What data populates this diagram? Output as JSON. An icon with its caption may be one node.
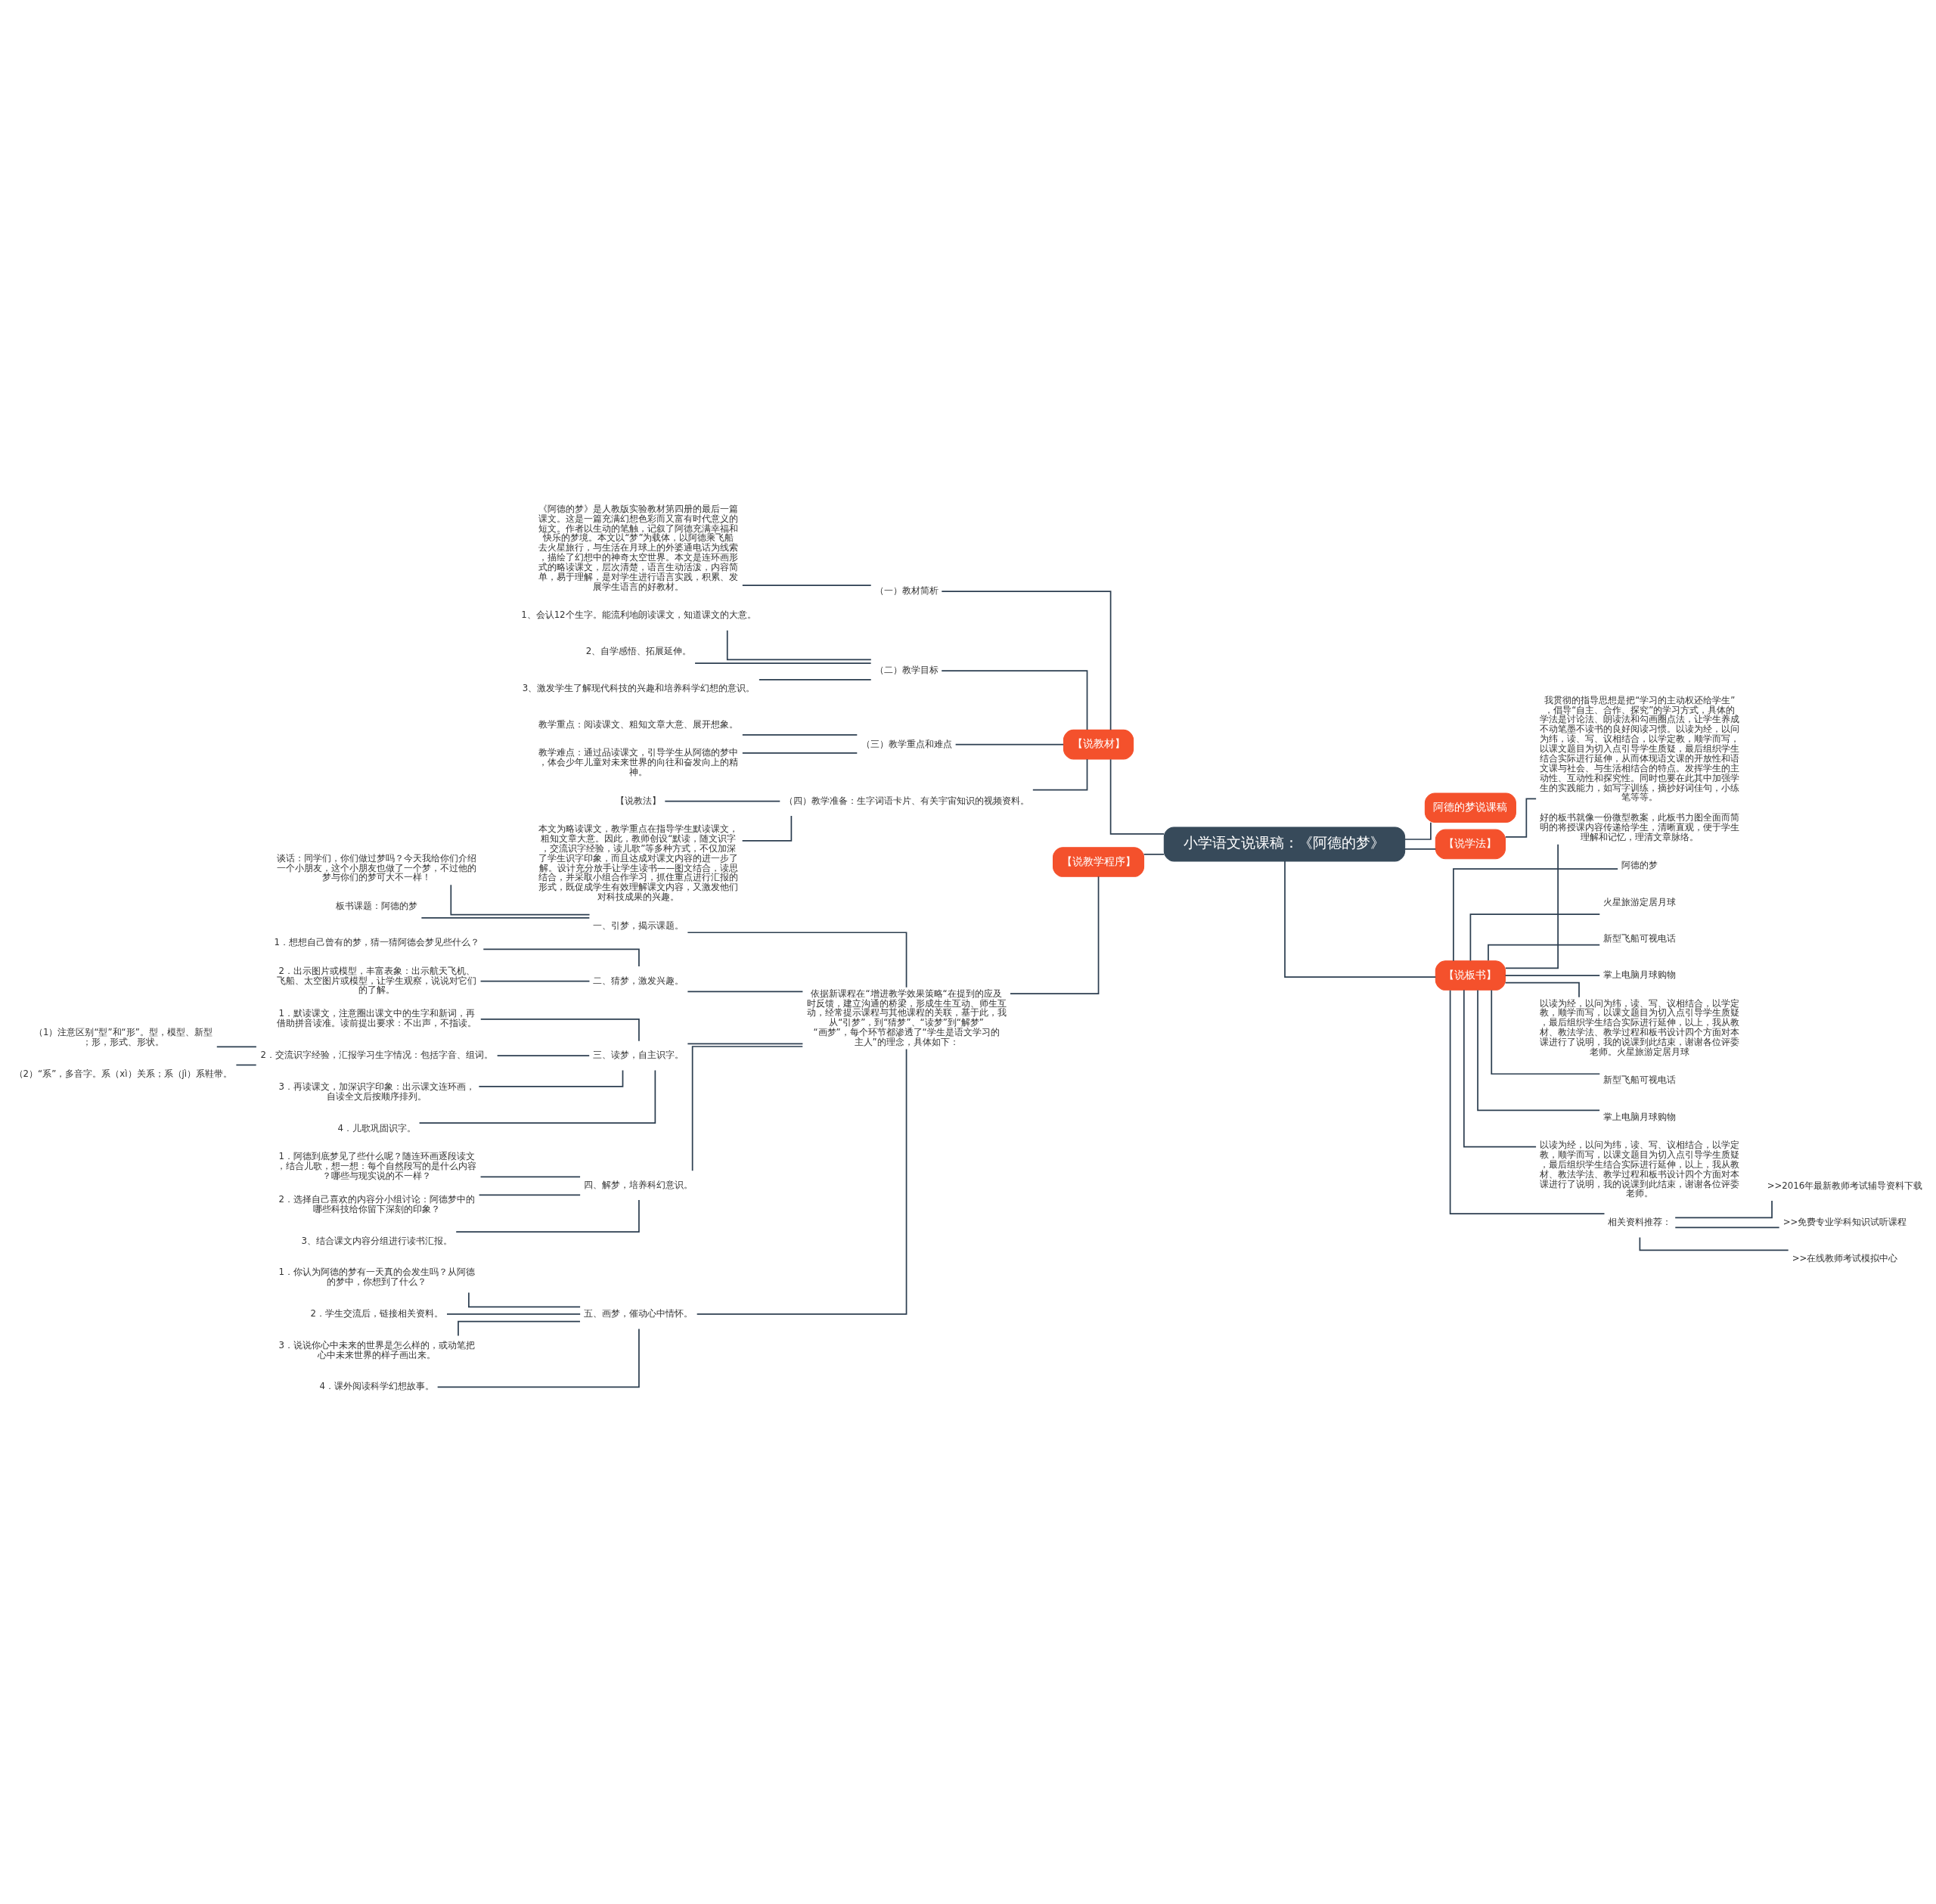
{
  "diagram": {
    "nodes": [
      {
        "text": [
          "小学语文说课稿：《阿德的梦》"
        ]
      },
      {
        "text": [
          "【说教材】"
        ]
      },
      {
        "text": [
          "（一）教材简析"
        ]
      },
      {
        "text": [
          "《阿德的梦》是人教版实验教材第四册的最后一篇课文。这是一篇充满幻想色彩而又富有时代意义的短文。作者以生动的笔触，记叙了阿德充满幸福和快乐的梦境。本文以“梦”为载体，以阿德乘飞船去火星旅行，与生活在月球上的外婆通电话为线索，描绘了幻想中的神奇太空世界。本文是连环画形式的略读课文，层次清楚，语言生动活泼，内容简单，易于理解，是对学生进行语言实践，积累、发展学生语言的好教材。"
        ]
      },
      {
        "text": [
          "（二）教学目标"
        ]
      },
      {
        "text": [
          "1、会认12个生字。能流利地朗读课文，知道课文的大意。"
        ]
      },
      {
        "text": [
          "2、自学感悟、拓展延伸。"
        ]
      },
      {
        "text": [
          "3、激发学生了解现代科技的兴趣和培养科学幻想的意识。"
        ]
      },
      {
        "text": [
          "（三）教学重点和难点"
        ]
      },
      {
        "text": [
          "教学重点：阅读课文、粗知文章大意、展开想象。"
        ]
      },
      {
        "text": [
          "教学难点：通过品读课文，引导学生从阿德的梦中，体会少年儿童对未来世界的向往和奋发向上的精神。"
        ]
      },
      {
        "text": [
          "（四）教学准备：生字词语卡片、有关宇宙知识的视频资料。"
        ]
      },
      {
        "text": [
          "【说教法】"
        ]
      },
      {
        "text": [
          "本文为略读课文，教学重点在指导学生默读课文，粗知文章大意。因此，教师创设“默读，随文识字，交流识字经验，读儿歌”等多种方式，不仅加深了学生识字印象，而且达成对课文内容的进一步了解。设计充分放手让学生读书——图文结合，读思结合，并采取小组合作学习，抓住重点进行汇报的形式，既促成学生有效理解课文内容，又激发他们对科技成果的兴趣。"
        ]
      },
      {
        "text": [
          "【说教学程序】"
        ]
      },
      {
        "text": [
          "依据新课程在“增进教学效果策略“在提到的应及时反馈，建立沟通的桥梁，形成生生互动、师生互动，经常提示课程与其他课程的关联，基于此，我从“引梦”，到“猜梦”、“读梦”到“解梦” “画梦”，每个环节都渗透了“学生是语文学习的主人”的理念，具体如下："
        ]
      },
      {
        "text": [
          "一、引梦，揭示课题。"
        ]
      },
      {
        "text": [
          "谈话：同学们，你们做过梦吗？今天我给你们介绍一个小朋友，这个小朋友也做了一个梦，不过他的梦与你们的梦可大不一样！"
        ]
      },
      {
        "text": [
          "板书课题：阿德的梦"
        ]
      },
      {
        "text": [
          "二、猜梦，激发兴趣。"
        ]
      },
      {
        "text": [
          "1．想想自己曾有的梦，猜一猜阿德会梦见些什么？"
        ]
      },
      {
        "text": [
          "2．出示图片或模型，丰富表象：出示航天飞机、飞船、太空图片或模型，让学生观察，说说对它们的了解。"
        ]
      },
      {
        "text": [
          "三、读梦，自主识字。"
        ]
      },
      {
        "text": [
          "1．默读课文，注意圈出课文中的生字和新词，再借助拼音读准。读前提出要求：不出声，不指读。"
        ]
      },
      {
        "text": [
          "2．交流识字经验，汇报学习生字情况：包括字音、组词。"
        ]
      },
      {
        "text": [
          "（1）注意区别“型”和“形”。型，模型、新型；形，形式、形状。"
        ]
      },
      {
        "text": [
          "（2）“系”，多音字。系（xì）关系；系（jì）系鞋带。"
        ]
      },
      {
        "text": [
          "3．再读课文，加深识字印象：出示课文连环画，自读全文后按顺序排列。"
        ]
      },
      {
        "text": [
          "4．儿歌巩固识字。"
        ]
      },
      {
        "text": [
          "四、解梦，培养科幻意识。"
        ]
      },
      {
        "text": [
          "1．阿德到底梦见了些什么呢？随连环画逐段读文，结合儿歌，想一想：每个自然段写的是什么内容？哪些与现实说的不一样？"
        ]
      },
      {
        "text": [
          "2．选择自己喜欢的内容分小组讨论：阿德梦中的哪些科技给你留下深刻的印象？"
        ]
      },
      {
        "text": [
          "3、结合课文内容分组进行读书汇报。"
        ]
      },
      {
        "text": [
          "五、画梦，催动心中情怀。"
        ]
      },
      {
        "text": [
          "1．你认为阿德的梦有一天真的会发生吗？从阿德的梦中，你想到了什么？"
        ]
      },
      {
        "text": [
          "2．学生交流后，链接相关资料。"
        ]
      },
      {
        "text": [
          "3．说说你心中未来的世界是怎么样的，或动笔把心中未来世界的样子画出来。"
        ]
      },
      {
        "text": [
          "4．课外阅读科学幻想故事。"
        ]
      },
      {
        "text": [
          "阿德的梦说课稿"
        ]
      },
      {
        "text": [
          "【说学法】"
        ]
      },
      {
        "text": [
          "我贯彻的指导思想是把“学习的主动权还给学生”，倡导“自主、合作、探究”的学习方式，具体的学法是讨论法、朗读法和勾画圈点法，让学生养成不动笔墨不读书的良好阅读习惯。以读为经，以问为纬，读、写、议相结合，以学定教，顺学而写，以课文题目为切入点引导学生质疑，最后组织学生结合实际进行延伸，从而体现语文课的开放性和语文课与社会、与生活相结合的特点。发挥学生的主动性、互动性和探究性。同时也要在此其中加强学生的实践能力，如写字训练，摘抄好词佳句，小练笔等等。"
        ]
      },
      {
        "text": [
          "【说板书】"
        ]
      },
      {
        "text": [
          "好的板书就像一份微型教案，此板书力图全面而简明的将授课内容传递给学生，清晰直观，便于学生理解和记忆，理清文章脉络。"
        ]
      },
      {
        "text": [
          "阿德的梦"
        ]
      },
      {
        "text": [
          "火星旅游定居月球"
        ]
      },
      {
        "text": [
          "新型飞船可视电话"
        ]
      },
      {
        "text": [
          "掌上电脑月球购物"
        ]
      },
      {
        "text": [
          "以读为经，以问为纬，读、写、议相结合，以学定教，顺学而写，以课文题目为切入点引导学生质疑，最后组织学生结合实际进行延伸，以上，我从教材、教法学法、教学过程和板书设计四个方面对本课进行了说明，我的说课到此结束，谢谢各位评委老师。火星旅游定居月球"
        ]
      },
      {
        "text": [
          "新型飞船可视电话"
        ]
      },
      {
        "text": [
          "掌上电脑月球购物"
        ]
      },
      {
        "text": [
          "以读为经，以问为纬，读、写、议相结合，以学定教，顺学而写，以课文题目为切入点引导学生质疑，最后组织学生结合实际进行延伸，以上，我从教材、教法学法、教学过程和板书设计四个方面对本课进行了说明，我的说课到此结束，谢谢各位评委老师。"
        ]
      },
      {
        "text": [
          "相关资料推荐："
        ]
      },
      {
        "text": [
          ">>2016年最新教师考试辅导资料下载"
        ]
      },
      {
        "text": [
          ">>免费专业学科知识试听课程"
        ]
      },
      {
        "text": [
          ">>在线教师考试模拟中心"
        ]
      }
    ],
    "edges": [
      {
        "from": 0,
        "to": 1,
        "arrow": "none"
      },
      {
        "from": 1,
        "to": 2,
        "arrow": "none"
      },
      {
        "from": 2,
        "to": 3,
        "arrow": "none"
      },
      {
        "from": 1,
        "to": 4,
        "arrow": "none"
      },
      {
        "from": 4,
        "to": 5,
        "arrow": "none"
      },
      {
        "from": 4,
        "to": 6,
        "arrow": "none"
      },
      {
        "from": 4,
        "to": 7,
        "arrow": "none"
      },
      {
        "from": 1,
        "to": 8,
        "arrow": "none"
      },
      {
        "from": 8,
        "to": 9,
        "arrow": "none"
      },
      {
        "from": 8,
        "to": 10,
        "arrow": "none"
      },
      {
        "from": 1,
        "to": 11,
        "arrow": "none"
      },
      {
        "from": 11,
        "to": 12,
        "arrow": "none"
      },
      {
        "from": 11,
        "to": 13,
        "arrow": "none"
      },
      {
        "from": 0,
        "to": 14,
        "arrow": "none"
      },
      {
        "from": 14,
        "to": 15,
        "arrow": "none"
      },
      {
        "from": 15,
        "to": 16,
        "arrow": "none"
      },
      {
        "from": 16,
        "to": 17,
        "arrow": "none"
      },
      {
        "from": 16,
        "to": 18,
        "arrow": "none"
      },
      {
        "from": 15,
        "to": 19,
        "arrow": "none"
      },
      {
        "from": 19,
        "to": 20,
        "arrow": "none"
      },
      {
        "from": 19,
        "to": 21,
        "arrow": "none"
      },
      {
        "from": 15,
        "to": 22,
        "arrow": "none"
      },
      {
        "from": 22,
        "to": 23,
        "arrow": "none"
      },
      {
        "from": 22,
        "to": 24,
        "arrow": "none"
      },
      {
        "from": 24,
        "to": 25,
        "arrow": "none"
      },
      {
        "from": 24,
        "to": 26,
        "arrow": "none"
      },
      {
        "from": 22,
        "to": 27,
        "arrow": "none"
      },
      {
        "from": 22,
        "to": 28,
        "arrow": "none"
      },
      {
        "from": 15,
        "to": 29,
        "arrow": "none"
      },
      {
        "from": 29,
        "to": 30,
        "arrow": "none"
      },
      {
        "from": 29,
        "to": 31,
        "arrow": "none"
      },
      {
        "from": 29,
        "to": 32,
        "arrow": "none"
      },
      {
        "from": 15,
        "to": 33,
        "arrow": "none"
      },
      {
        "from": 33,
        "to": 34,
        "arrow": "none"
      },
      {
        "from": 33,
        "to": 35,
        "arrow": "none"
      },
      {
        "from": 33,
        "to": 36,
        "arrow": "none"
      },
      {
        "from": 33,
        "to": 37,
        "arrow": "none"
      },
      {
        "from": 0,
        "to": 38,
        "arrow": "none"
      },
      {
        "from": 0,
        "to": 39,
        "arrow": "none"
      },
      {
        "from": 39,
        "to": 40,
        "arrow": "none"
      },
      {
        "from": 0,
        "to": 41,
        "arrow": "none"
      },
      {
        "from": 41,
        "to": 42,
        "arrow": "none"
      },
      {
        "from": 41,
        "to": 43,
        "arrow": "none"
      },
      {
        "from": 41,
        "to": 44,
        "arrow": "none"
      },
      {
        "from": 41,
        "to": 45,
        "arrow": "none"
      },
      {
        "from": 41,
        "to": 46,
        "arrow": "none"
      },
      {
        "from": 41,
        "to": 47,
        "arrow": "none"
      },
      {
        "from": 41,
        "to": 48,
        "arrow": "none"
      },
      {
        "from": 41,
        "to": 49,
        "arrow": "none"
      },
      {
        "from": 41,
        "to": 50,
        "arrow": "none"
      },
      {
        "from": 41,
        "to": 51,
        "arrow": "none"
      },
      {
        "from": 51,
        "to": 52,
        "arrow": "none"
      },
      {
        "from": 51,
        "to": 53,
        "arrow": "none"
      },
      {
        "from": 51,
        "to": 54,
        "arrow": "none"
      }
    ]
  }
}
